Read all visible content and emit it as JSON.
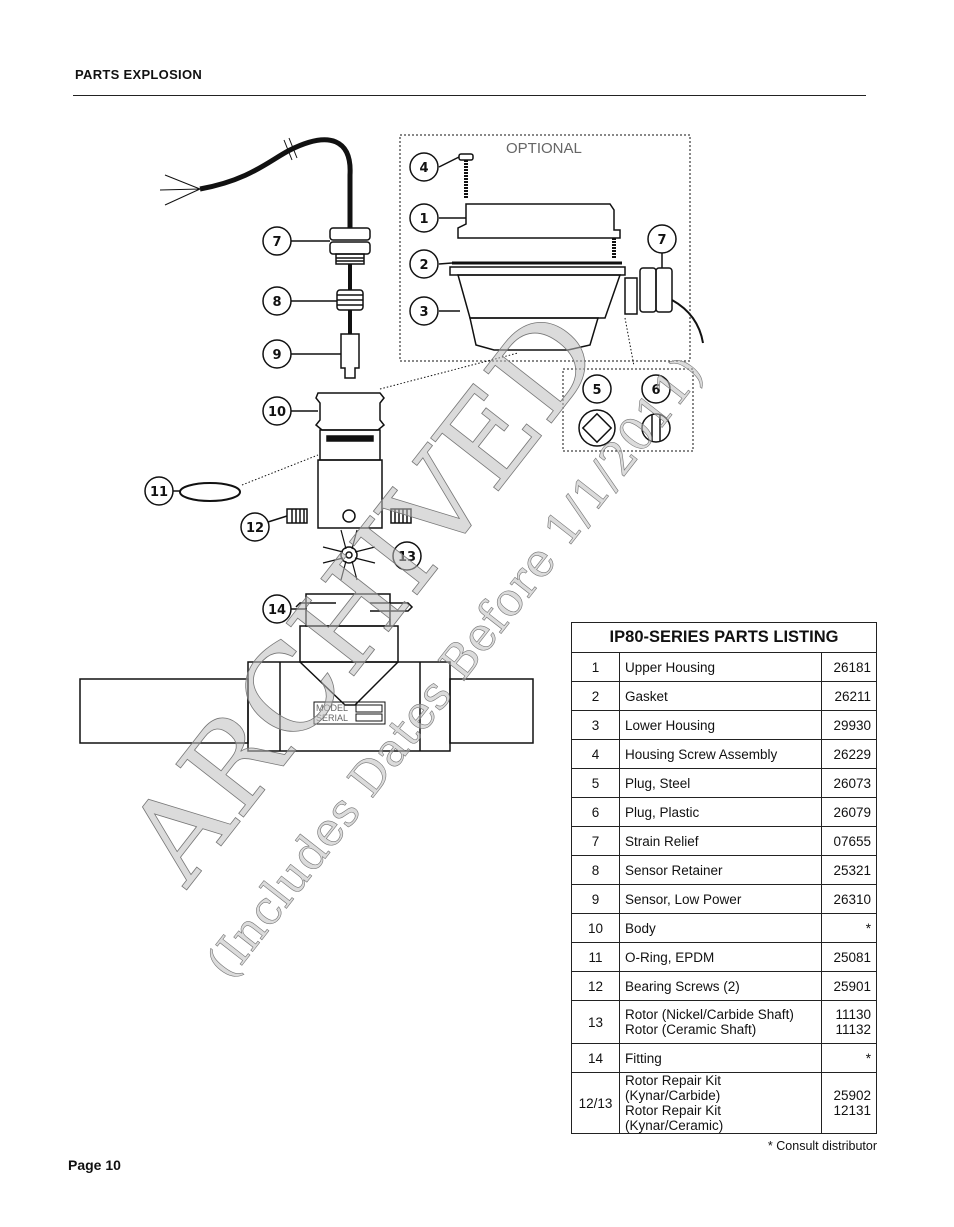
{
  "header": {
    "section_title": "PARTS EXPLOSION"
  },
  "footer": {
    "page_label": "Page 10"
  },
  "diagram": {
    "optional_label": "OPTIONAL",
    "model_label": "MODEL",
    "serial_label": "SERIAL",
    "callouts": [
      "1",
      "2",
      "3",
      "4",
      "5",
      "6",
      "7",
      "7",
      "8",
      "9",
      "10",
      "11",
      "12",
      "13",
      "14"
    ]
  },
  "watermark": {
    "line1": "ARCHIVED",
    "line2": "(Includes Dates Before 1/1/2011)"
  },
  "parts_table": {
    "title": "IP80-SERIES PARTS LISTING",
    "rows": [
      {
        "num": "1",
        "desc": [
          "Upper Housing"
        ],
        "code": [
          "26181"
        ]
      },
      {
        "num": "2",
        "desc": [
          "Gasket"
        ],
        "code": [
          "26211"
        ]
      },
      {
        "num": "3",
        "desc": [
          "Lower Housing"
        ],
        "code": [
          "29930"
        ]
      },
      {
        "num": "4",
        "desc": [
          "Housing Screw Assembly"
        ],
        "code": [
          "26229"
        ]
      },
      {
        "num": "5",
        "desc": [
          "Plug, Steel"
        ],
        "code": [
          "26073"
        ]
      },
      {
        "num": "6",
        "desc": [
          "Plug, Plastic"
        ],
        "code": [
          "26079"
        ]
      },
      {
        "num": "7",
        "desc": [
          "Strain Relief"
        ],
        "code": [
          "07655"
        ]
      },
      {
        "num": "8",
        "desc": [
          "Sensor Retainer"
        ],
        "code": [
          "25321"
        ]
      },
      {
        "num": "9",
        "desc": [
          "Sensor, Low Power"
        ],
        "code": [
          "26310"
        ]
      },
      {
        "num": "10",
        "desc": [
          "Body"
        ],
        "code": [
          "*"
        ]
      },
      {
        "num": "11",
        "desc": [
          "O-Ring, EPDM"
        ],
        "code": [
          "25081"
        ]
      },
      {
        "num": "12",
        "desc": [
          "Bearing Screws (2)"
        ],
        "code": [
          "25901"
        ]
      },
      {
        "num": "13",
        "desc": [
          "Rotor (Nickel/Carbide Shaft)",
          "Rotor (Ceramic Shaft)"
        ],
        "code": [
          "11130",
          "11132"
        ]
      },
      {
        "num": "14",
        "desc": [
          "Fitting"
        ],
        "code": [
          "*"
        ]
      },
      {
        "num": "12/13",
        "desc": [
          "Rotor Repair Kit (Kynar/Carbide)",
          "Rotor Repair Kit (Kynar/Ceramic)"
        ],
        "code": [
          "25902",
          "12131"
        ]
      }
    ],
    "footnote": "* Consult distributor"
  }
}
